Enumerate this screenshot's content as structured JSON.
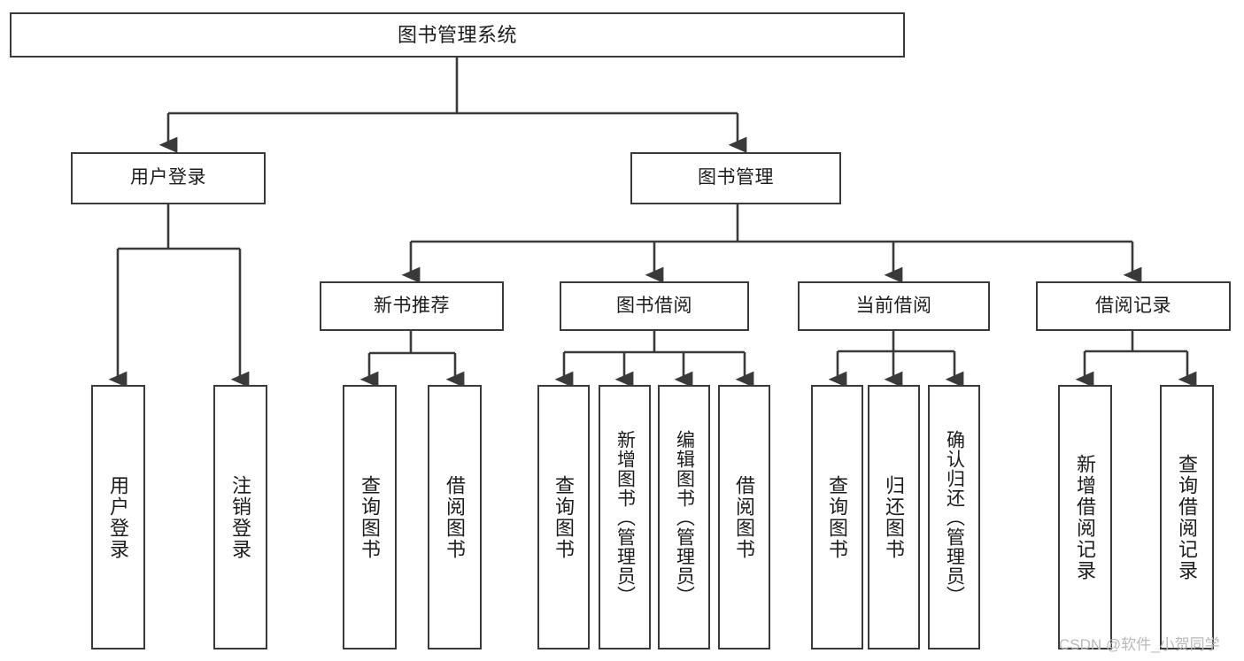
{
  "diagram": {
    "title": "图书管理系统",
    "type": "tree-hierarchy-chart",
    "stroke_color": "#3a3a3a",
    "fill_color": "#ffffff",
    "text_color": "#1c1c1c",
    "nodes": {
      "root": {
        "label": "图书管理系统"
      },
      "level2": [
        {
          "label": "用户登录"
        },
        {
          "label": "图书管理"
        }
      ],
      "level3": [
        {
          "label": "新书推荐"
        },
        {
          "label": "图书借阅"
        },
        {
          "label": "当前借阅"
        },
        {
          "label": "借阅记录"
        }
      ],
      "leaves": [
        {
          "label": "用户登录"
        },
        {
          "label": "注销登录"
        },
        {
          "label": "查询图书"
        },
        {
          "label": "借阅图书"
        },
        {
          "label": "查询图书"
        },
        {
          "label": "新增图书（管理员）"
        },
        {
          "label": "编辑图书（管理员）"
        },
        {
          "label": "借阅图书"
        },
        {
          "label": "查询图书"
        },
        {
          "label": "归还图书"
        },
        {
          "label": "确认归还（管理员）"
        },
        {
          "label": "新增借阅记录"
        },
        {
          "label": "查询借阅记录"
        }
      ]
    },
    "watermark": "CSDN @软件_小贺同学"
  }
}
